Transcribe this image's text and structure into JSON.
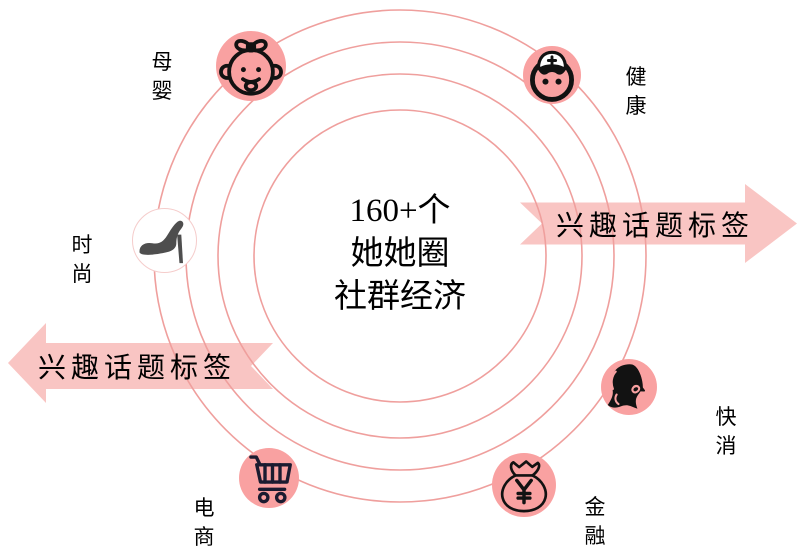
{
  "title": {
    "line1": "160+个",
    "line2": "她她圈",
    "line3": "社群经济"
  },
  "arrows": {
    "right": {
      "label": "兴趣话题标签"
    },
    "left": {
      "label": "兴趣话题标签"
    }
  },
  "nodes": {
    "muying": {
      "label": "母\n婴",
      "icon": "baby-icon"
    },
    "jiankang": {
      "label": "健\n康",
      "icon": "nurse-icon"
    },
    "shishang": {
      "label": "时\n尚",
      "icon": "high-heel-icon"
    },
    "dianshang": {
      "label": "电\n商",
      "icon": "shopping-cart-icon"
    },
    "jinrong": {
      "label": "金\n融",
      "icon": "money-bag-icon"
    },
    "kuaixiao": {
      "label": "快\n消",
      "icon": "woman-profile-icon"
    }
  },
  "colors": {
    "ring": "#EF9F9D",
    "node_circle": "#F9A1A1",
    "arrow": "#F9C5C3",
    "ink": "#121212",
    "cart_ink": "#1B1B30",
    "heel": "#4E4E4E",
    "heel_border": "#F5CCCB",
    "text": "#000000"
  }
}
